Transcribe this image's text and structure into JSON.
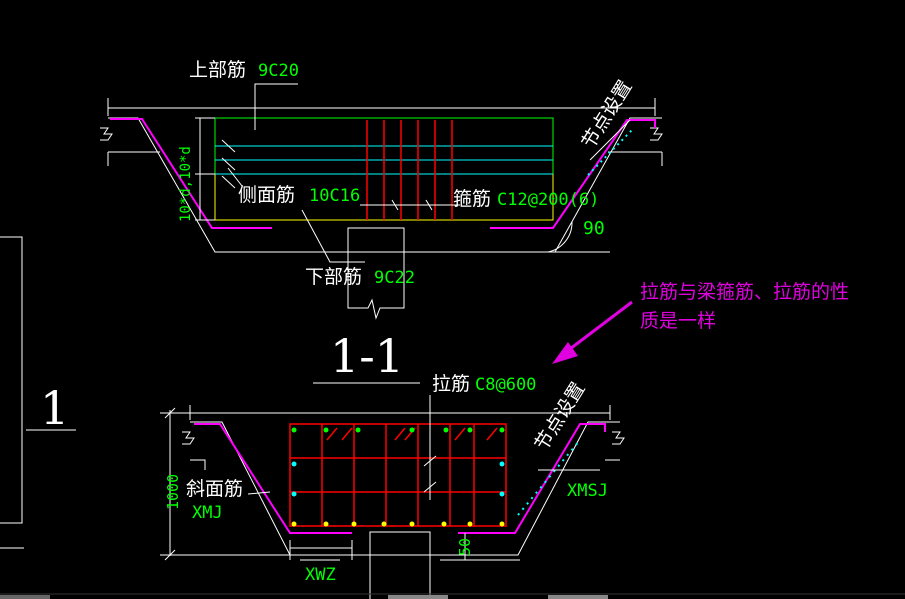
{
  "colors": {
    "background": "#000000",
    "line": "#ffffff",
    "green": "#00ff00",
    "cyan": "#00ffff",
    "yellow": "#ffff00",
    "red": "#ff0000",
    "magenta": "#ff00ff",
    "annotation": "#e000e0"
  },
  "top_section": {
    "top_rebar_label": "上部筋",
    "top_rebar_value": "9C20",
    "side_rebar_label": "侧面筋",
    "side_rebar_value": "10C16",
    "stirrup_label": "箍筋",
    "stirrup_value": "C12@200(6)",
    "bottom_rebar_label": "下部筋",
    "bottom_rebar_value": "9C22",
    "dim_left": "10*d,10*d",
    "angle": "90",
    "node_label": "节点设置"
  },
  "section_mark": "1-1",
  "side_mark": "1",
  "annotation": {
    "line1": "拉筋与梁箍筋、拉筋的性",
    "line2": "质是一样"
  },
  "bottom_section": {
    "tie_label": "拉筋",
    "tie_value": "C8@600",
    "slope_label": "斜面筋",
    "slope_code": "XMJ",
    "height_dim": "1000",
    "bottom_dim": "50",
    "xwz": "XWZ",
    "xmsj": "XMSJ",
    "node_label": "节点设置"
  }
}
